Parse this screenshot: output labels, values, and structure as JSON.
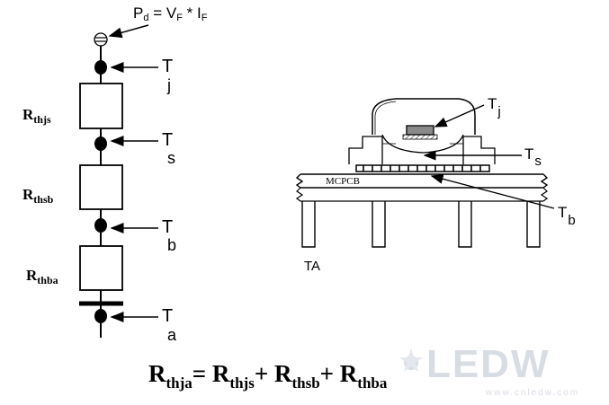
{
  "formula_top": {
    "lhs": "P",
    "lhs_sub": "d",
    "rhs_1": " = V",
    "rhs_1_sub": "F",
    "rhs_op": " * I",
    "rhs_2_sub": "F"
  },
  "nodes": [
    {
      "main": "T",
      "sub": "j"
    },
    {
      "main": "T",
      "sub": "s"
    },
    {
      "main": "T",
      "sub": "b"
    },
    {
      "main": "T",
      "sub": "a"
    }
  ],
  "resistors": [
    {
      "main": "R",
      "sub": "thjs"
    },
    {
      "main": "R",
      "sub": "thsb"
    },
    {
      "main": "R",
      "sub": "thba"
    }
  ],
  "package": {
    "board_label": "MCPCB",
    "ambient_label": "TA",
    "tj_label": {
      "main": "T",
      "sub": "j"
    },
    "ts_label": {
      "main": "T",
      "sub": "s"
    },
    "tb_label": {
      "main": "T",
      "sub": "b"
    }
  },
  "equation": {
    "lhs": {
      "main": "R",
      "sub": "thja"
    },
    "eq": "= ",
    "terms": [
      {
        "main": "R",
        "sub": "thjs"
      },
      {
        "main": "R",
        "sub": "thsb"
      },
      {
        "main": "R",
        "sub": "thba"
      }
    ],
    "plus": "+ "
  },
  "watermark": {
    "main": "LEDW",
    "sub": "www.cnledw.com"
  },
  "colors": {
    "ink": "#000000",
    "watermark": "#d8dde4",
    "chip": "#8a8a8a"
  }
}
